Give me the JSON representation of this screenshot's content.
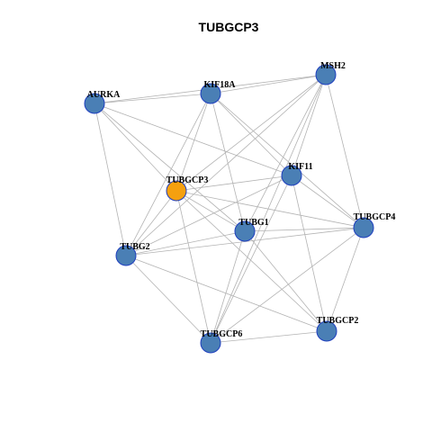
{
  "title": "TUBGCP3",
  "colors": {
    "hub": "#f5a00f",
    "node": "#4a7fb5",
    "node_border": "#1f3fbf",
    "edge": "#b3b3b3"
  },
  "nodes": [
    {
      "id": "AURKA",
      "label": "AURKA",
      "hub": false
    },
    {
      "id": "KIF18A",
      "label": "KIF18A",
      "hub": false
    },
    {
      "id": "MSH2",
      "label": "MSH2",
      "hub": false
    },
    {
      "id": "KIF11",
      "label": "KIF11",
      "hub": false
    },
    {
      "id": "TUBGCP3",
      "label": "TUBGCP3",
      "hub": true
    },
    {
      "id": "TUBG1",
      "label": "TUBG1",
      "hub": false
    },
    {
      "id": "TUBGCP4",
      "label": "TUBGCP4",
      "hub": false
    },
    {
      "id": "TUBG2",
      "label": "TUBG2",
      "hub": false
    },
    {
      "id": "TUBGCP2",
      "label": "TUBGCP2",
      "hub": false
    },
    {
      "id": "TUBGCP6",
      "label": "TUBGCP6",
      "hub": false
    }
  ],
  "edges": [
    [
      "AURKA",
      "KIF18A"
    ],
    [
      "AURKA",
      "MSH2"
    ],
    [
      "AURKA",
      "KIF11"
    ],
    [
      "AURKA",
      "TUBGCP3"
    ],
    [
      "AURKA",
      "TUBG2"
    ],
    [
      "AURKA",
      "TUBG1"
    ],
    [
      "KIF18A",
      "MSH2"
    ],
    [
      "KIF18A",
      "KIF11"
    ],
    [
      "KIF18A",
      "TUBGCP3"
    ],
    [
      "KIF18A",
      "TUBG1"
    ],
    [
      "KIF18A",
      "TUBGCP4"
    ],
    [
      "KIF18A",
      "TUBG2"
    ],
    [
      "MSH2",
      "KIF11"
    ],
    [
      "MSH2",
      "TUBGCP3"
    ],
    [
      "MSH2",
      "TUBG1"
    ],
    [
      "MSH2",
      "TUBGCP4"
    ],
    [
      "MSH2",
      "TUBG2"
    ],
    [
      "MSH2",
      "TUBGCP6"
    ],
    [
      "KIF11",
      "TUBGCP3"
    ],
    [
      "KIF11",
      "TUBG2"
    ],
    [
      "KIF11",
      "TUBGCP4"
    ],
    [
      "KIF11",
      "TUBGCP2"
    ],
    [
      "KIF11",
      "TUBGCP6"
    ],
    [
      "TUBGCP3",
      "TUBG1"
    ],
    [
      "TUBGCP3",
      "TUBGCP4"
    ],
    [
      "TUBGCP3",
      "TUBG2"
    ],
    [
      "TUBGCP3",
      "TUBGCP2"
    ],
    [
      "TUBGCP3",
      "TUBGCP6"
    ],
    [
      "TUBG1",
      "TUBGCP4"
    ],
    [
      "TUBG1",
      "TUBG2"
    ],
    [
      "TUBG1",
      "TUBGCP2"
    ],
    [
      "TUBG1",
      "TUBGCP6"
    ],
    [
      "TUBGCP4",
      "TUBG2"
    ],
    [
      "TUBGCP4",
      "TUBGCP2"
    ],
    [
      "TUBGCP4",
      "TUBGCP6"
    ],
    [
      "TUBG2",
      "TUBGCP2"
    ],
    [
      "TUBG2",
      "TUBGCP6"
    ],
    [
      "TUBGCP2",
      "TUBGCP6"
    ]
  ]
}
